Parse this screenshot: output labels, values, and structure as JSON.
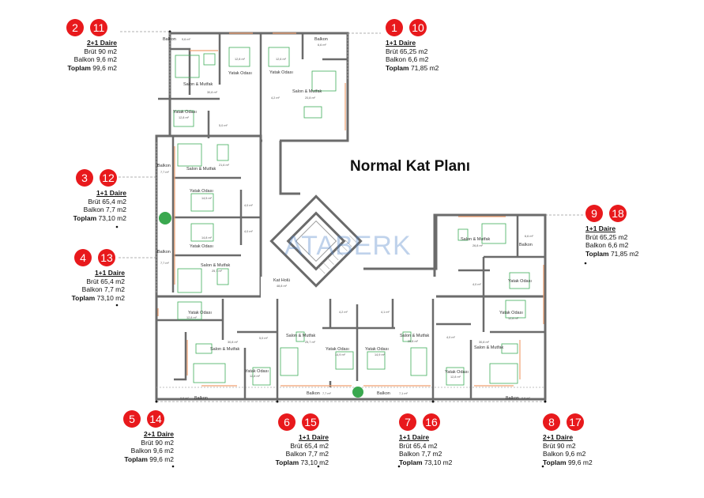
{
  "title": "Normal Kat Planı",
  "watermark": "ATABERK",
  "colors": {
    "badge": "#e8191c",
    "wall": "#6b6b6b",
    "furniture": "#3fae5a",
    "window": "#f0a070"
  },
  "units": [
    {
      "numbers": [
        "2",
        "11"
      ],
      "type": "2+1 Daire",
      "brut": "Brüt 90  m2",
      "balkon": "Balkon 9,6  m2",
      "toplam_label": "Toplam",
      "toplam": " 99,6 m2"
    },
    {
      "numbers": [
        "1",
        "10"
      ],
      "type": "1+1 Daire",
      "brut": "Brüt 65,25  m2",
      "balkon": "Balkon 6,6  m2",
      "toplam_label": "Toplam",
      "toplam": " 71,85 m2"
    },
    {
      "numbers": [
        "3",
        "12"
      ],
      "type": "1+1 Daire",
      "brut": "Brüt 65,4 m2",
      "balkon": "Balkon 7,7  m2",
      "toplam_label": "Toplam",
      "toplam": " 73,10  m2"
    },
    {
      "numbers": [
        "4",
        "13"
      ],
      "type": "1+1 Daire",
      "brut": "Brüt 65,4 m2",
      "balkon": "Balkon 7,7  m2",
      "toplam_label": "Toplam",
      "toplam": " 73,10 m2"
    },
    {
      "numbers": [
        "9",
        "18"
      ],
      "type": "1+1 Daire",
      "brut": "Brüt 65,25  m2",
      "balkon": "Balkon 6,6  m2",
      "toplam_label": "Toplam",
      "toplam": " 71,85  m2"
    },
    {
      "numbers": [
        "5",
        "14"
      ],
      "type": "2+1 Daire",
      "brut": "Brüt 90 m2",
      "balkon": "Balkon 9,6  m2",
      "toplam_label": "Toplam",
      "toplam": " 99,6  m2"
    },
    {
      "numbers": [
        "6",
        "15"
      ],
      "type": "1+1 Daire",
      "brut": "Brüt 65,4 m2",
      "balkon": "Balkon 7,7  m2",
      "toplam_label": "Toplam",
      "toplam": " 73,10  m2"
    },
    {
      "numbers": [
        "7",
        "16"
      ],
      "type": "1+1 Daire",
      "brut": "Brüt 65,4 m2",
      "balkon": "Balkon 7,7 m2",
      "toplam_label": "Toplam",
      "toplam": " 73,10  m2"
    },
    {
      "numbers": [
        "8",
        "17"
      ],
      "type": "2+1 Daire",
      "brut": "Brüt 90  m2",
      "balkon": "Balkon 9,6  m2",
      "toplam_label": "Toplam",
      "toplam": " 99,6  m2"
    }
  ],
  "rooms": [
    {
      "name": "Balkon",
      "area": "9,6 m²"
    },
    {
      "name": "Salon & Mutfak",
      "area": "30,8 m²"
    },
    {
      "name": "Yatak Odası",
      "area": "12,8 m²"
    },
    {
      "name": "Yatak Odası",
      "area": "12,6 m²"
    },
    {
      "name": "Balkon",
      "area": "6,6 m²"
    },
    {
      "name": "Salon & Mutfak",
      "area": "20,8 m²"
    },
    {
      "name": "",
      "area": "4,2 m²"
    },
    {
      "name": "Yatak Odası",
      "area": "12,8 m²"
    },
    {
      "name": "",
      "area": "5,0 m²"
    },
    {
      "name": "Balkon",
      "area": "7,7 m²"
    },
    {
      "name": "Salon & Mutfak",
      "area": "21,6 m²"
    },
    {
      "name": "Yatak Odası",
      "area": "14,5 m²"
    },
    {
      "name": "",
      "area": "4,0 m²"
    },
    {
      "name": "Yatak Odası",
      "area": "14,8 m²"
    },
    {
      "name": "",
      "area": "4,0 m²"
    },
    {
      "name": "Balkon",
      "area": "7,7 m²"
    },
    {
      "name": "Salon & Mutfak",
      "area": "25,7 m²"
    },
    {
      "name": "Kat Holü",
      "area": "48,8 m²"
    },
    {
      "name": "Yatak Odası",
      "area": "12,8 m²"
    },
    {
      "name": "Salon & Mutfak",
      "area": "30,8 m²"
    },
    {
      "name": "",
      "area": "5,0 m²"
    },
    {
      "name": "Yatak Odası",
      "area": "12,8 m²"
    },
    {
      "name": "Balkon",
      "area": "9,6 m²"
    },
    {
      "name": "Salon & Mutfak",
      "area": "25,7 m²"
    },
    {
      "name": "",
      "area": "4,2 m²"
    },
    {
      "name": "",
      "area": "4,1 m²"
    },
    {
      "name": "Yatak Odası",
      "area": "14,9 m²"
    },
    {
      "name": "Yatak Odası",
      "area": "14,9 m²"
    },
    {
      "name": "Balkon",
      "area": "7,7 m²"
    },
    {
      "name": "Balkon",
      "area": "7,1 m²"
    },
    {
      "name": "Salon & Mutfak",
      "area": "25,8 m²"
    },
    {
      "name": "",
      "area": "4,0 m²"
    },
    {
      "name": "Yatak Odası",
      "area": "12,8 m²"
    },
    {
      "name": "Salon & Mutfak",
      "area": "30,8 m²"
    },
    {
      "name": "Balkon",
      "area": "9,6 m²"
    },
    {
      "name": "Yatak Odası",
      "area": "12,8 m²"
    },
    {
      "name": "Yatak Odası",
      "area": ""
    },
    {
      "name": "",
      "area": "4,0 m²"
    },
    {
      "name": "Salon & Mutfak",
      "area": "26,8 m²"
    },
    {
      "name": "Balkon",
      "area": "6,6 m²"
    }
  ]
}
